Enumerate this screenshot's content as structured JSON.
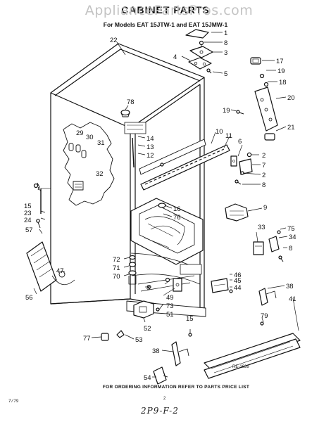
{
  "header": {
    "watermark": "AppliancePartsPros.com",
    "title": "CABINET PARTS",
    "subtitle": "For Models EAT 15JTW-1 and EAT 15JMW-1"
  },
  "callouts": {
    "n1": "1",
    "n2": "2",
    "n3": "3",
    "n4": "4",
    "n5": "5",
    "n6": "6",
    "n7": "7",
    "n8": "8",
    "n9": "9",
    "n10": "10",
    "n11": "11",
    "n12": "12",
    "n13": "13",
    "n14": "14",
    "n15": "15",
    "n16": "16",
    "n17": "17",
    "n18": "18",
    "n19": "19",
    "n20": "20",
    "n21": "21",
    "n22": "22",
    "n23": "23",
    "n24": "24",
    "n29": "29",
    "n30": "30",
    "n31": "31",
    "n32": "32",
    "n33": "33",
    "n34": "34",
    "n38": "38",
    "n41": "41",
    "n44": "44",
    "n45": "45",
    "n46": "46",
    "n47": "47",
    "n49": "49",
    "n51": "51",
    "n52": "52",
    "n53": "53",
    "n54": "54",
    "n56": "56",
    "n57": "57",
    "n70": "70",
    "n71": "71",
    "n72": "72",
    "n73": "73",
    "n75": "75",
    "n76": "76",
    "n77": "77",
    "n78": "78",
    "n79": "79"
  },
  "footer": {
    "note": "FOR ORDERING INFORMATION REFER TO PARTS PRICE LIST",
    "code": "7/79",
    "page": "2",
    "ref": "RE-1639",
    "handwritten": "2P9-F-2"
  }
}
